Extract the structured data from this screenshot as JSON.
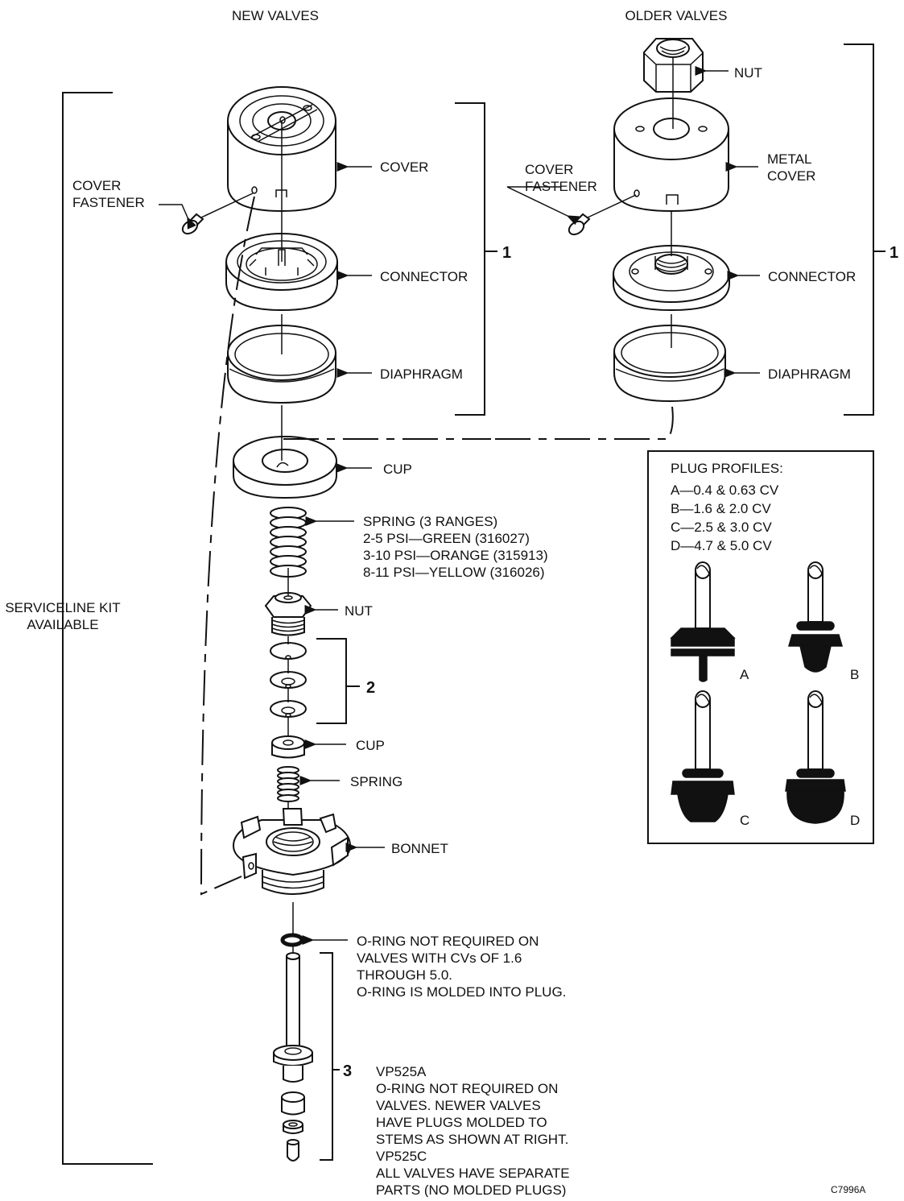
{
  "headings": {
    "new_valves": "NEW VALVES",
    "older_valves": "OLDER VALVES"
  },
  "serviceline": {
    "line1": "SERVICELINE KIT",
    "line2": "AVAILABLE"
  },
  "new_labels": {
    "cover": "COVER",
    "cover_fastener_1": "COVER",
    "cover_fastener_2": "FASTENER",
    "connector": "CONNECTOR",
    "diaphragm": "DIAPHRAGM",
    "cup_top": "CUP",
    "spring_lines": [
      "SPRING (3 RANGES)",
      "2-5 PSI—GREEN (316027)",
      "3-10 PSI—ORANGE (315913)",
      "8-11 PSI—YELLOW (316026)"
    ],
    "nut": "NUT",
    "cup_small": "CUP",
    "spring_small": "SPRING",
    "bonnet": "BONNET",
    "oring_lines": [
      "O-RING NOT REQUIRED ON",
      "VALVES WITH CVs OF 1.6",
      "THROUGH 5.0.",
      "O-RING IS MOLDED INTO PLUG."
    ],
    "group3_lines": [
      "VP525A",
      "O-RING NOT REQUIRED ON",
      "VALVES. NEWER VALVES",
      "HAVE PLUGS MOLDED TO",
      "STEMS AS SHOWN AT RIGHT.",
      "VP525C",
      "ALL VALVES HAVE SEPARATE",
      "PARTS (NO MOLDED PLUGS)"
    ]
  },
  "old_labels": {
    "nut": "NUT",
    "metal_cover_1": "METAL",
    "metal_cover_2": "COVER",
    "cover_fastener_1": "COVER",
    "cover_fastener_2": "FASTENER",
    "connector": "CONNECTOR",
    "diaphragm": "DIAPHRAGM"
  },
  "callouts": {
    "new_group": "1",
    "old_group": "1",
    "discs_group": "2",
    "stem_group": "3"
  },
  "plug_profiles": {
    "title": "PLUG PROFILES:",
    "lines": [
      "A—0.4 & 0.63 CV",
      "B—1.6 & 2.0 CV",
      "C—2.5 & 3.0 CV",
      "D—4.7 & 5.0 CV"
    ],
    "letters": [
      "A",
      "B",
      "C",
      "D"
    ]
  },
  "drawing_code": "C7996A"
}
